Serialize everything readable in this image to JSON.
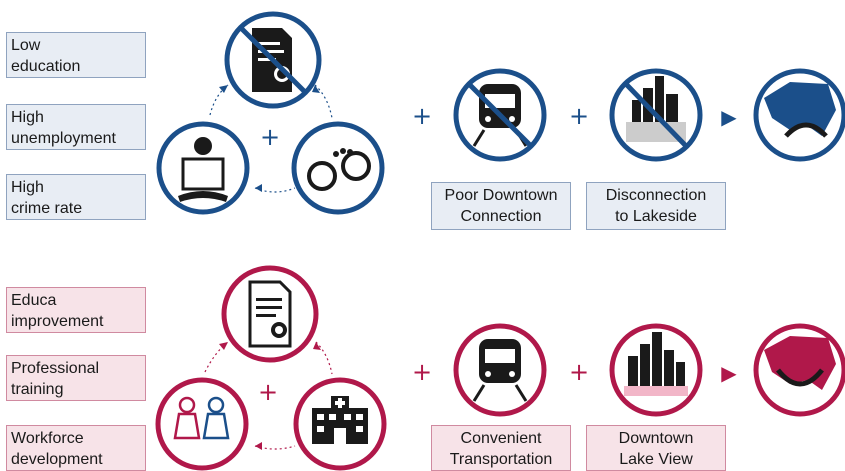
{
  "colors": {
    "blue": "#1b4f8a",
    "red": "#b0184a",
    "blue_bg": "#e8edf4",
    "red_bg": "#f7e3e8"
  },
  "top_row": {
    "problems": [
      "Low\neducation",
      "High\nunemployment",
      "High\ncrime rate"
    ],
    "factor_1": "Poor Downtown\nConnection",
    "factor_2": "Disconnection\nto Lakeside",
    "icons": [
      "document-icon",
      "unemployed-person-icon",
      "handcuffs-icon",
      "train-icon",
      "city-skyline-icon",
      "sad-map-icon"
    ]
  },
  "bottom_row": {
    "solutions": [
      "Educa\nimprovement",
      "Professional\ntraining",
      "Workforce\ndevelopment"
    ],
    "factor_1": "Convenient\nTransportation",
    "factor_2": "Downtown\nLake View",
    "icons": [
      "certificate-icon",
      "nurses-icon",
      "hospital-icon",
      "train-icon",
      "city-skyline-icon",
      "happy-map-icon"
    ]
  },
  "symbols": {
    "plus": "+",
    "arrow": "▶"
  }
}
